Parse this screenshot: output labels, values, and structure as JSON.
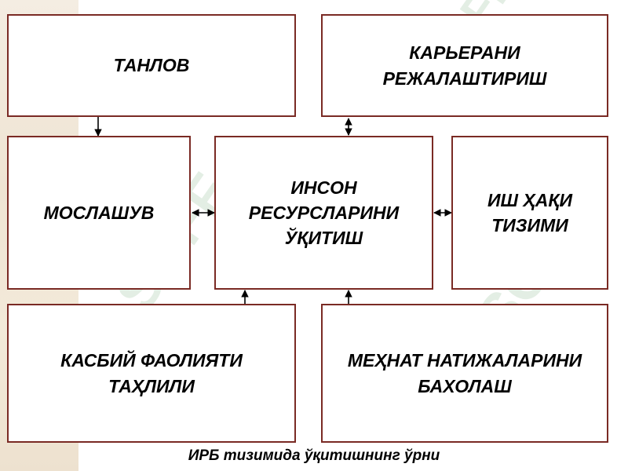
{
  "diagram": {
    "nodes": {
      "selection": "ТАНЛОВ",
      "career_planning": "КАРЬЕРАНИ\nРЕЖАЛАШТИРИШ",
      "adaptation": "МОСЛАШУВ",
      "training": "ИНСОН\nРЕСУРСЛАРИНИ\nЎҚИТИШ",
      "wage_system": "ИШ ҲАҚИ\nТИЗИМИ",
      "performance_analysis": "КАСБИЙ ФАОЛИЯТИ\nТАҲЛИЛИ",
      "results_evaluation": "МЕҲНАТ НАТИЖАЛАРИНИ\nБАХОЛАШ"
    },
    "edges": [
      {
        "from": "selection",
        "to": "adaptation",
        "direction": "forward"
      },
      {
        "from": "career_planning",
        "to": "training",
        "direction": "both"
      },
      {
        "from": "adaptation",
        "to": "training",
        "direction": "both"
      },
      {
        "from": "training",
        "to": "wage_system",
        "direction": "both"
      },
      {
        "from": "performance_analysis",
        "to": "training",
        "direction": "forward"
      },
      {
        "from": "results_evaluation",
        "to": "training",
        "direction": "forward"
      }
    ],
    "caption": "ИРБ тизимида ўқитишнинг ўрни"
  },
  "watermark": {
    "text": "SOFF",
    "color": "#e3eee4"
  },
  "colors": {
    "box_border": "#7a2a24",
    "connector": "#000000"
  }
}
